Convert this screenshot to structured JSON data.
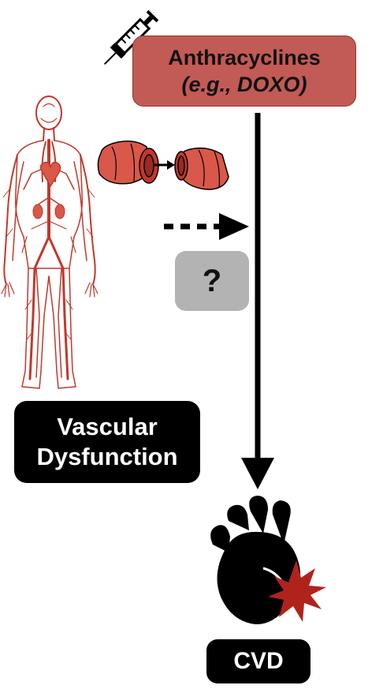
{
  "drug": {
    "name": "Anthracyclines",
    "example": "(e.g., DOXO)"
  },
  "unknown_mechanism": {
    "label": "?"
  },
  "vascular": {
    "line1": "Vascular",
    "line2": "Dysfunction"
  },
  "outcome": {
    "label": "CVD"
  },
  "colors": {
    "drug_box": "#c25a55",
    "vessel": "#c0392b",
    "vessel_body": "#d9584a",
    "question_box": "#b3b3b3",
    "black_box": "#000000",
    "heart": "#000000",
    "burst": "#b0231c"
  },
  "icons": [
    "syringe-icon",
    "human-vasculature-icon",
    "blood-vessel-icon",
    "heart-icon",
    "damage-burst-icon"
  ]
}
